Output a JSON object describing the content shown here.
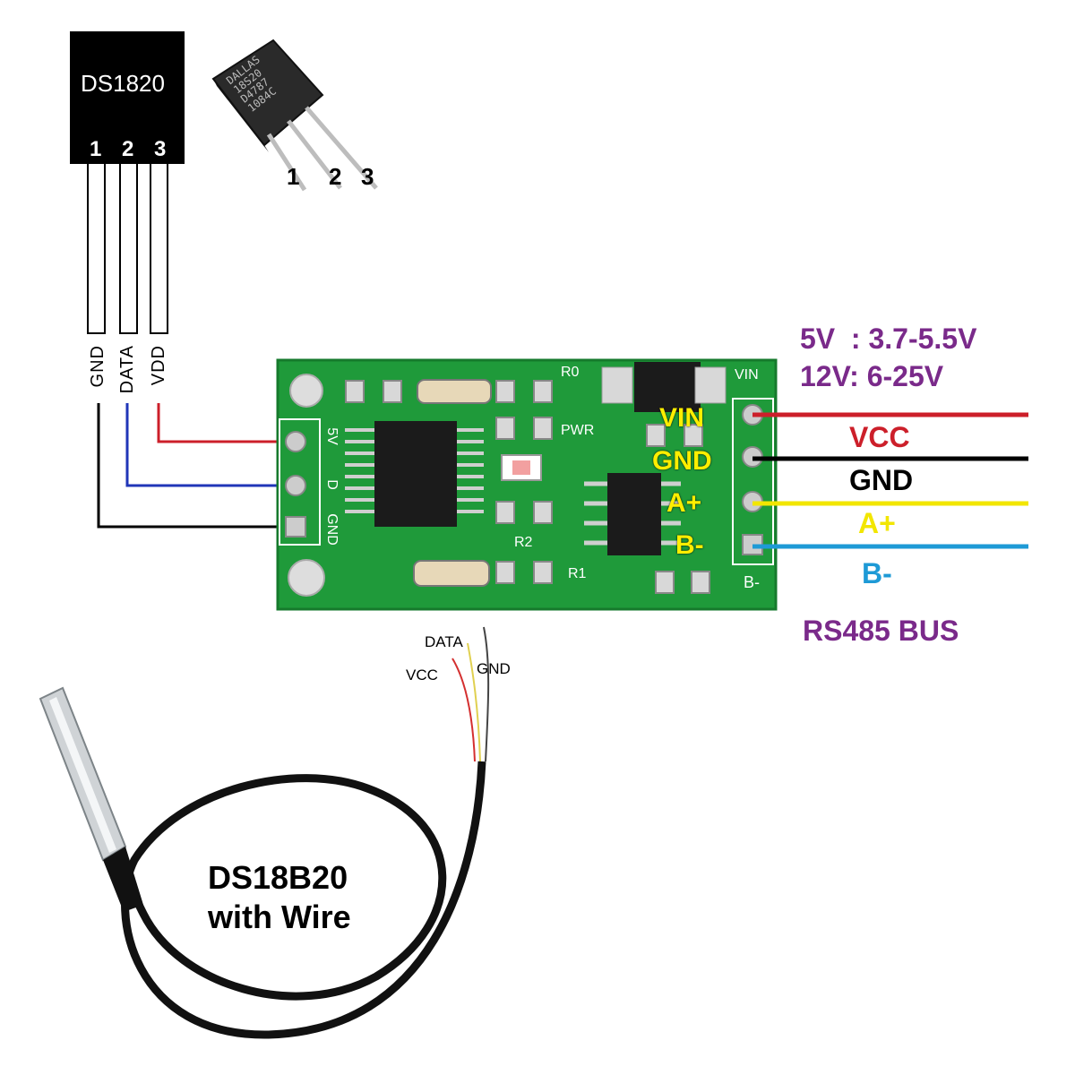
{
  "ds1820_block": {
    "label": "DS1820",
    "pins": [
      "1",
      "2",
      "3"
    ],
    "pin_names": [
      "GND",
      "DATA",
      "VDD"
    ]
  },
  "to92_chip": {
    "marking": [
      "DALLAS",
      "18S20",
      "D4787",
      "1084C"
    ],
    "pin_numbers": [
      "1",
      "2",
      "3"
    ]
  },
  "supply_spec": {
    "line1": "5V  : 3.7-5.5V",
    "line2": "12V: 6-25V"
  },
  "board": {
    "silk_left": [
      "5V",
      "D",
      "GND"
    ],
    "silk_top": [
      "R0",
      "VIN"
    ],
    "silk_pwr": "PWR",
    "silk_r2": "R2",
    "silk_r1": "R1",
    "silk_bminus": "B-",
    "overlay_labels": [
      "VIN",
      "GND",
      "A+",
      "B-"
    ]
  },
  "bus_wires": [
    {
      "label": "VCC",
      "color": "#cc1f2a"
    },
    {
      "label": "GND",
      "color": "#000000"
    },
    {
      "label": "A+",
      "color": "#f2e600"
    },
    {
      "label": "B-",
      "color": "#1e9ad6"
    }
  ],
  "bus_title": "RS485 BUS",
  "cable": {
    "wire_labels": [
      "DATA",
      "VCC",
      "GND"
    ]
  },
  "probe_label": {
    "line1": "DS18B20",
    "line2": "with Wire"
  },
  "colors": {
    "pcb_green": "#1f9a3a",
    "vdd_wire": "#cc1f2a",
    "data_wire": "#2036b8",
    "gnd_wire": "#000000",
    "spec_purple": "#7a2a8a",
    "overlay_yellow": "#ffee00"
  }
}
